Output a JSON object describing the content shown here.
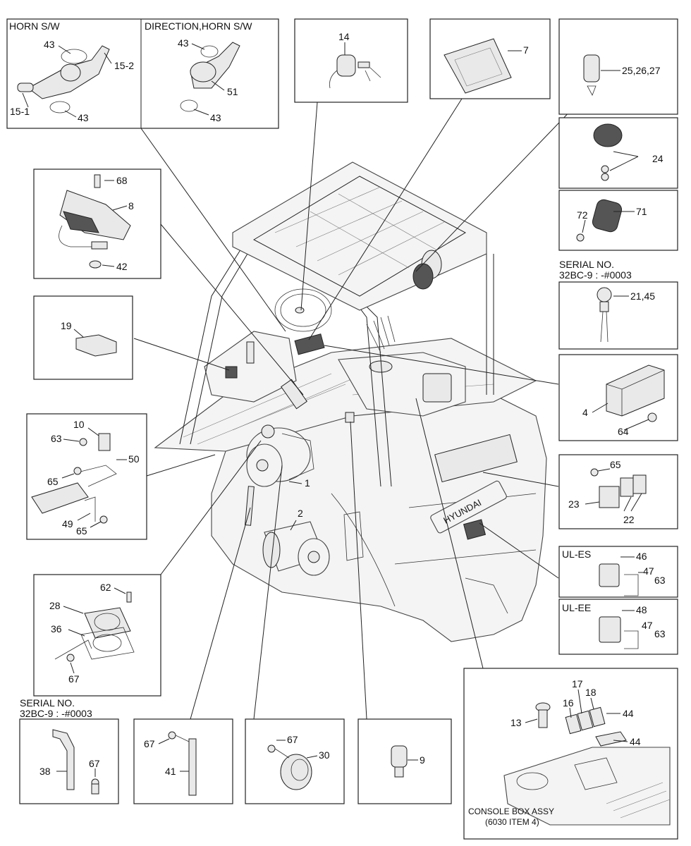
{
  "headers": {
    "horn_sw": "HORN S/W",
    "direction_horn_sw": "DIRECTION,HORN S/W",
    "serial_1_line1": "SERIAL NO.",
    "serial_1_line2": "32BC-9 : -#0003",
    "serial_2_line1": "SERIAL NO.",
    "serial_2_line2": "32BC-9 : -#0003",
    "ul_es": "UL-ES",
    "ul_ee": "UL-EE",
    "console_line1": "CONSOLE BOX ASSY",
    "console_line2": "(6030 ITEM 4)",
    "hyundai": "HYUNDAI"
  },
  "labels": {
    "p43a": "43",
    "p15_2": "15-2",
    "p15_1": "15-1",
    "p43b": "43",
    "p43c": "43",
    "p51": "51",
    "p43d": "43",
    "p14": "14",
    "p7": "7",
    "p25": "25,26,27",
    "p24": "24",
    "p72": "72",
    "p71": "71",
    "p21": "21,45",
    "p68": "68",
    "p8": "8",
    "p42": "42",
    "p19": "19",
    "p4": "4",
    "p64": "64",
    "p10": "10",
    "p63a": "63",
    "p50": "50",
    "p65a": "65",
    "p49": "49",
    "p65b": "65",
    "p65c": "65",
    "p23": "23",
    "p22": "22",
    "p1": "1",
    "p2": "2",
    "p46": "46",
    "p47a": "47",
    "p63b": "63",
    "p48": "48",
    "p47b": "47",
    "p63c": "63",
    "p62": "62",
    "p28": "28",
    "p36": "36",
    "p67a": "67",
    "p38": "38",
    "p67b": "67",
    "p67c": "67",
    "p41": "41",
    "p67d": "67",
    "p30": "30",
    "p9": "9",
    "p17": "17",
    "p18": "18",
    "p16": "16",
    "p13": "13",
    "p44a": "44",
    "p44b": "44"
  }
}
